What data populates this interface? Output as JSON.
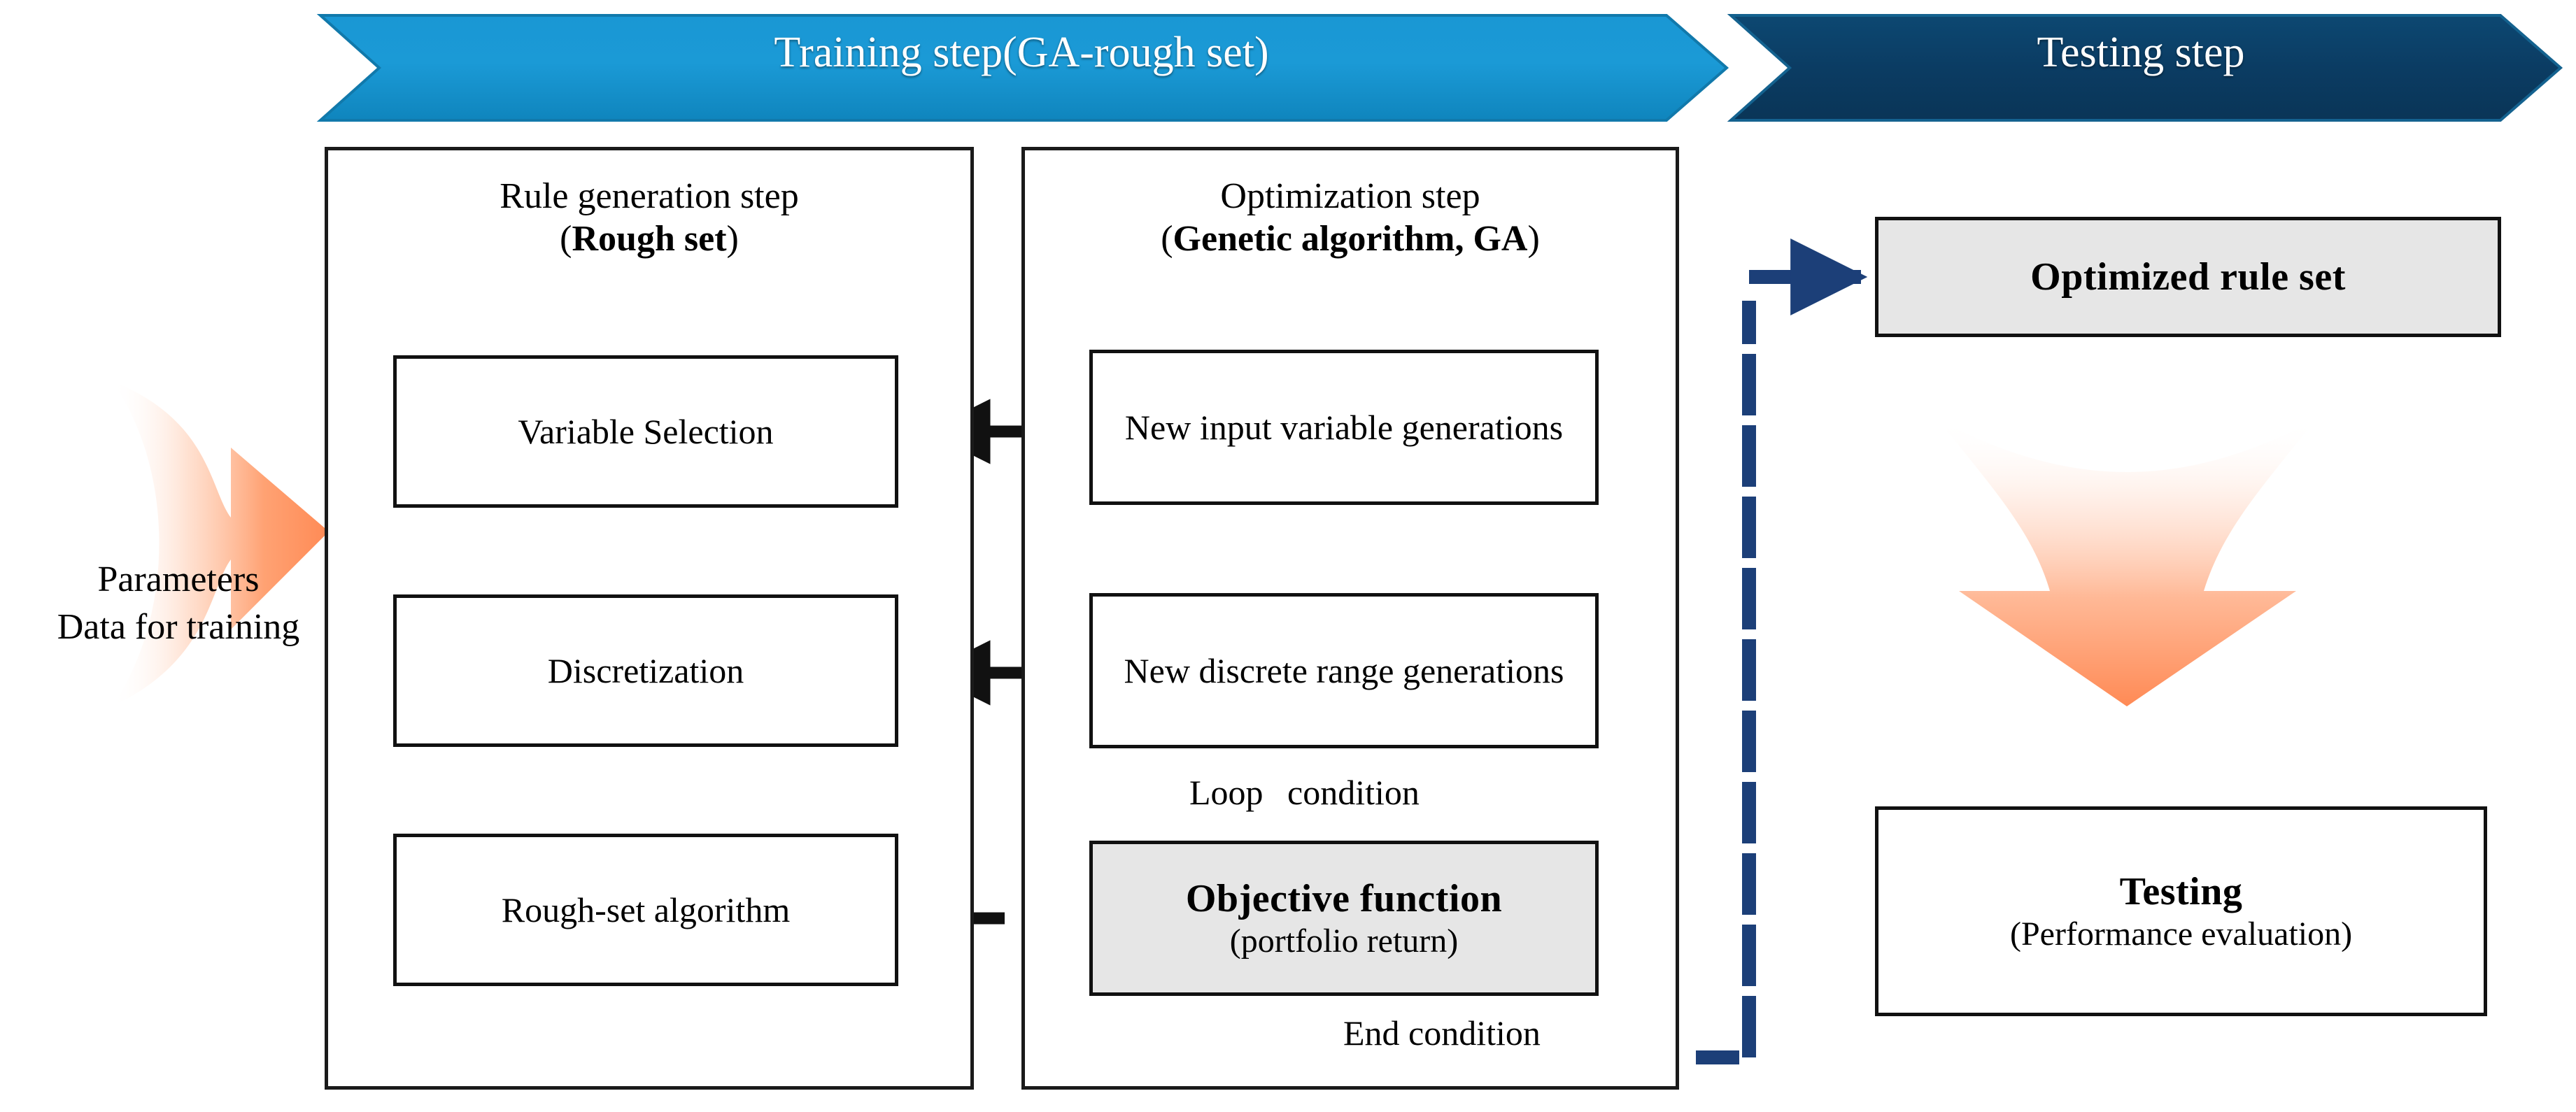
{
  "banners": {
    "training": {
      "label": "Training step(GA-rough set)",
      "color": "#1b9ad6"
    },
    "testing": {
      "label": "Testing step",
      "color": "#0c3f67"
    }
  },
  "input": {
    "line1": "Parameters",
    "line2": "Data for training",
    "arrow_color": "#ff9966"
  },
  "panels": {
    "rule_generation": {
      "title_line1": "Rule generation step",
      "title_open": "(",
      "title_bold": "Rough set",
      "title_close": ")",
      "steps": [
        {
          "label": "Variable Selection"
        },
        {
          "label": "Discretization"
        },
        {
          "label": "Rough-set algorithm"
        }
      ]
    },
    "optimization": {
      "title_line1": "Optimization step",
      "title_open": "(",
      "title_bold": "Genetic algorithm, GA",
      "title_close": ")",
      "steps": [
        {
          "label": "New input variable generations"
        },
        {
          "label": "New discrete range generations"
        }
      ],
      "objective": {
        "title": "Objective  function",
        "subtitle": "(portfolio return)",
        "fill": "#e6e6e6"
      },
      "loop_label_left": "Loop",
      "loop_label_right": "condition",
      "end_label": "End condition"
    },
    "testing": {
      "optimized_rule_set": {
        "label": "Optimized rule set",
        "fill": "#e6e6e6"
      },
      "testing_box": {
        "title": "Testing",
        "subtitle": "(Performance evaluation)"
      }
    }
  },
  "connectors": {
    "dashed_black": "#111111",
    "dashed_navy": "#1c3f78",
    "solid_black": "#111111"
  }
}
